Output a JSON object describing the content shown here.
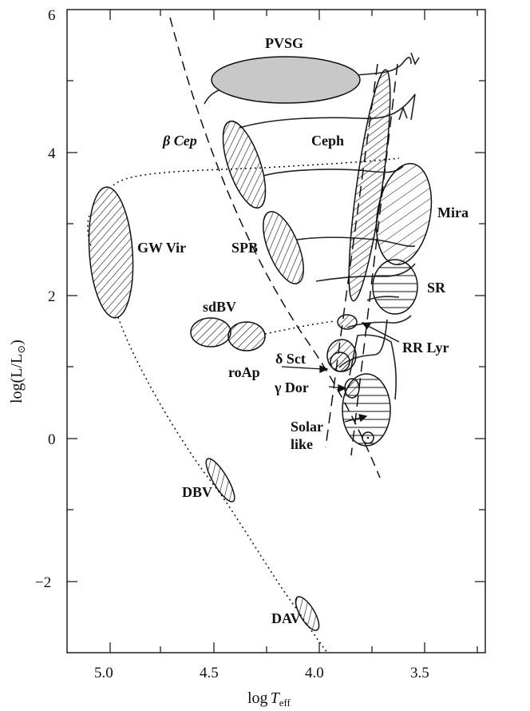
{
  "axes": {
    "x_title": "log",
    "x_title_sym": "T",
    "x_title_sub": "eff",
    "y_title": "log(L/L",
    "y_title_sub": "⊙",
    "y_title_end": ")",
    "x_tick_labels": [
      "5.0",
      "4.5",
      "4.0",
      "3.5"
    ],
    "y_tick_labels": [
      "6",
      "4",
      "2",
      "0",
      "−2"
    ]
  },
  "regions": {
    "pvsg": "PVSG",
    "beta_cep": "β Cep",
    "ceph": "Ceph",
    "mira": "Mira",
    "gw_vir": "GW Vir",
    "spb": "SPB",
    "sr": "SR",
    "sdbv": "sdBV",
    "rr_lyr": "RR Lyr",
    "delta_sct": "δ Sct",
    "roap": "roAp",
    "gamma_dor": "γ Dor",
    "solar_line1": "Solar",
    "solar_line2": "like",
    "dbv": "DBV",
    "dav": "DAV"
  },
  "colors": {
    "pvsg_fill": "#c8c8c8",
    "ink": "#111111"
  }
}
